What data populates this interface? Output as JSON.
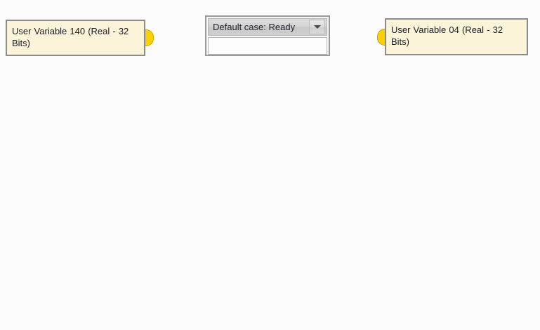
{
  "canvas": {
    "background_color": "#fcfcfc"
  },
  "nodes": [
    {
      "id": "user-variable-140",
      "label": "User Variable 140 (Real - 32 Bits)",
      "fill_color": "#fbf4d8",
      "border_color": "#8c8c8c",
      "port": {
        "name": "output-port",
        "color": "#ffd000",
        "side": "right"
      }
    },
    {
      "id": "user-variable-04",
      "label": "User Variable 04 (Real - 32 Bits)",
      "fill_color": "#fbf4d8",
      "border_color": "#8c8c8c",
      "port": {
        "name": "input-port",
        "color": "#ffd000",
        "side": "left"
      }
    }
  ],
  "case_widget": {
    "selected_value": "Default case: Ready",
    "arrow_icon": "chevron-down-icon",
    "body_value": "",
    "options": [
      "Default case: Ready"
    ]
  }
}
